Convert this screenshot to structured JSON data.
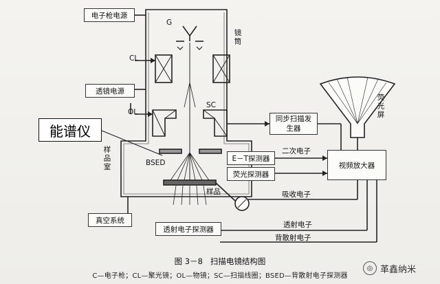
{
  "labels": {
    "gun_supply": "电子枪电源",
    "G": "G",
    "column": "镜筒",
    "CL": "CL",
    "lens_supply": "透镜电源",
    "OL": "OL",
    "SC": "SC",
    "sync_scan": "同步扫描发生器",
    "screen": "荧光屏",
    "eds": "能谱仪",
    "chamber": "样品室",
    "bsed": "BSED",
    "et_detector": "E－T探测器",
    "fluor_detector": "荧光探测器",
    "secondary_e": "二次电子",
    "video_amp": "视频放大器",
    "sample": "样品",
    "absorbed_e": "吸收电子",
    "vacuum": "真空系统",
    "transmitted_detector": "透射电子探测器",
    "transmitted_e": "透射电子",
    "backscattered_e": "背散射电子"
  },
  "caption": {
    "number": "图 3－8",
    "title": "扫描电镜结构图"
  },
  "legend": "C—电子枪；CL—聚光镜；OL—物镜；SC—扫描线圈；BSED—背散射电子探测器",
  "watermark": "革鑫纳米"
}
